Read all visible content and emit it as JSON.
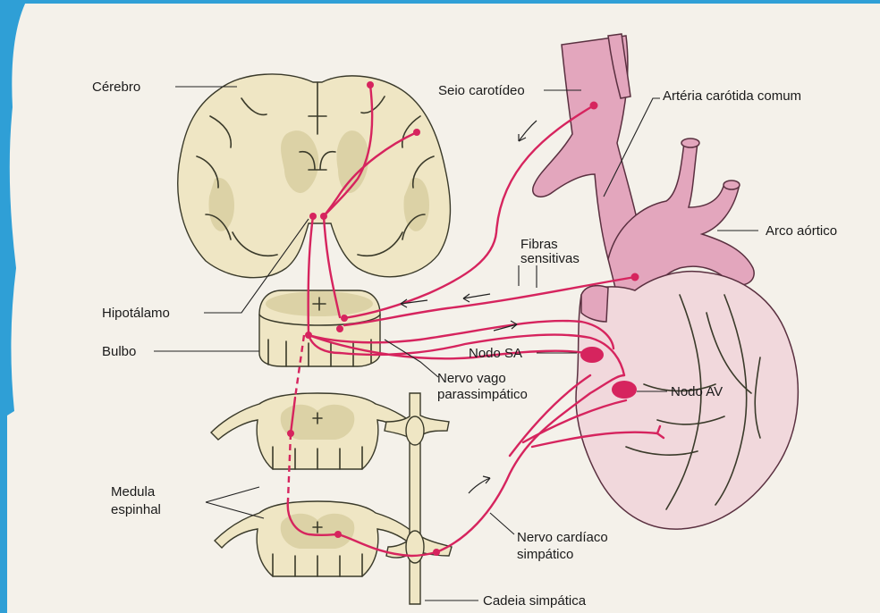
{
  "labels": {
    "cerebro": "Cérebro",
    "seio_carotideo": "Seio carotídeo",
    "arteria_carotida": "Artéria carótida comum",
    "arco_aortico": "Arco aórtico",
    "fibras_line1": "Fibras",
    "fibras_line2": "sensitivas",
    "hipotalamo": "Hipotálamo",
    "bulbo": "Bulbo",
    "nodo_sa": "Nodo SA",
    "nodo_av": "Nodo AV",
    "nervo_vago_line1": "Nervo vago",
    "nervo_vago_line2": "parassimpático",
    "medula_line1": "Medula",
    "medula_line2": "espinhal",
    "nervo_cardiaco_line1": "Nervo cardíaco",
    "nervo_cardiaco_line2": "simpático",
    "cadeia_simpatica": "Cadeia simpática"
  },
  "colors": {
    "background": "#2f9fd6",
    "page": "#f4f1ea",
    "nerve": "#d6245e",
    "tissue": "#efe6c4",
    "vessel": "#e3a6bd",
    "heart": "#f1d8dc"
  }
}
